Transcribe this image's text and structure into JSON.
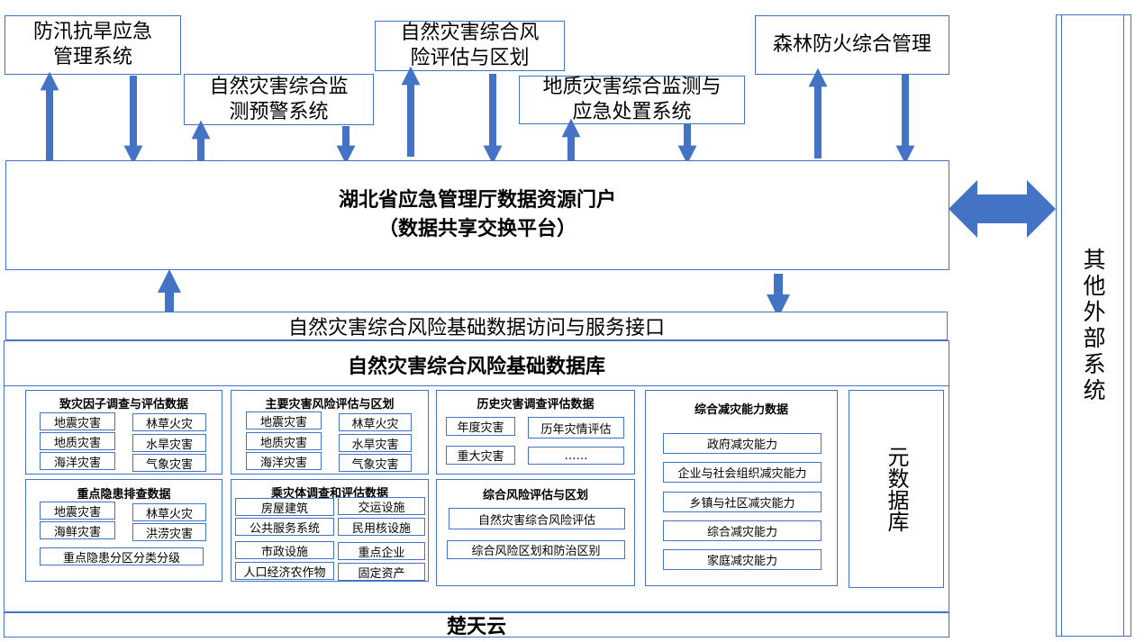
{
  "top_systems": {
    "flood": "防汛抗旱应急\n管理系统",
    "monitor": "自然灾害综合监\n测预警系统",
    "risk": "自然灾害综合风\n险评估与区划",
    "geo": "地质灾害综合监测与\n应急处置系统",
    "forest": "森林防火综合管理"
  },
  "portal": {
    "line1": "湖北省应急管理厅数据资源门户",
    "line2": "（数据共享交换平台）"
  },
  "external": "其他外部系统",
  "interface_label": "自然灾害综合风险基础数据访问与服务接口",
  "db_title": "自然灾害综合风险基础数据库",
  "cloud": "楚天云",
  "metadata": "元数据库",
  "panels": {
    "factor": {
      "title": "致灾因子调查与评估数据",
      "items": [
        "地震灾害",
        "林草火灾",
        "地质灾害",
        "水旱灾害",
        "海洋灾害",
        "气象灾害"
      ]
    },
    "risk_eval": {
      "title": "主要灾害风险评估与区划",
      "items": [
        "地震灾害",
        "林草火灾",
        "地质灾害",
        "水旱灾害",
        "海洋灾害",
        "气象灾害"
      ]
    },
    "history": {
      "title": "历史灾害调查评估数据",
      "items": [
        "年度灾害",
        "历年灾情评估",
        "重大灾害",
        "……"
      ]
    },
    "capacity": {
      "title": "综合减灾能力数据",
      "items": [
        "政府减灾能力",
        "企业与社会组织减灾能力",
        "乡镇与社区减灾能力",
        "综合减灾能力",
        "家庭减灾能力"
      ]
    },
    "hazard": {
      "title": "重点隐患排查数据",
      "items": [
        "地震灾害",
        "林草火灾",
        "海鲜灾害",
        "洪涝灾害",
        "重点隐患分区分类分级"
      ]
    },
    "exposure": {
      "title": "乘灾体调查和评估数据",
      "items": [
        "房屋建筑",
        "交运设施",
        "公共服务系统",
        "民用核设施",
        "市政设施",
        "重点企业",
        "人口经济农作物",
        "固定资产"
      ]
    },
    "comprehensive": {
      "title": "综合风险评估与区划",
      "items": [
        "自然灾害综合风险评估",
        "综合风险区划和防治区别"
      ]
    }
  },
  "colors": {
    "border": "#4472c4",
    "arrow": "#4472c4"
  }
}
